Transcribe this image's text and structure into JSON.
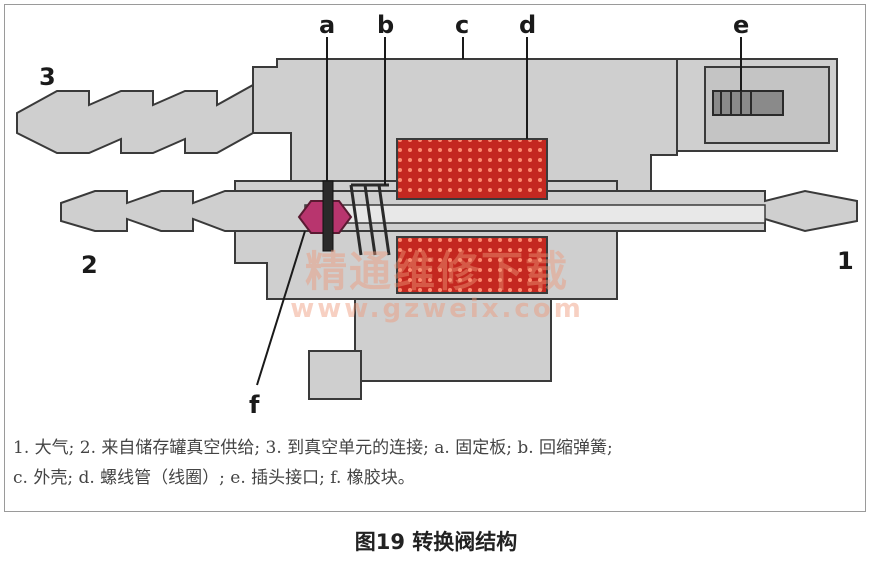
{
  "labels": {
    "a": "a",
    "b": "b",
    "c": "c",
    "d": "d",
    "e": "e",
    "f": "f",
    "n1": "1",
    "n2": "2",
    "n3": "3"
  },
  "caption": {
    "line1": "1. 大气; 2. 来自储存罐真空供给; 3. 到真空单元的连接; a. 固定板; b. 回缩弹簧;",
    "line2": "c. 外壳; d. 螺线管（线圈）; e. 插头接口; f. 橡胶块。"
  },
  "figure_title": "图19 转换阀结构",
  "watermark": {
    "text_cn": "精通维修下载",
    "text_url": "www.gzweix.com"
  },
  "colors": {
    "body_gray": "#cfcfcf",
    "outline": "#3a3a3a",
    "coil_red": "#c42820",
    "rubber_magenta": "#b8356e",
    "watermark": "#ee9678"
  }
}
